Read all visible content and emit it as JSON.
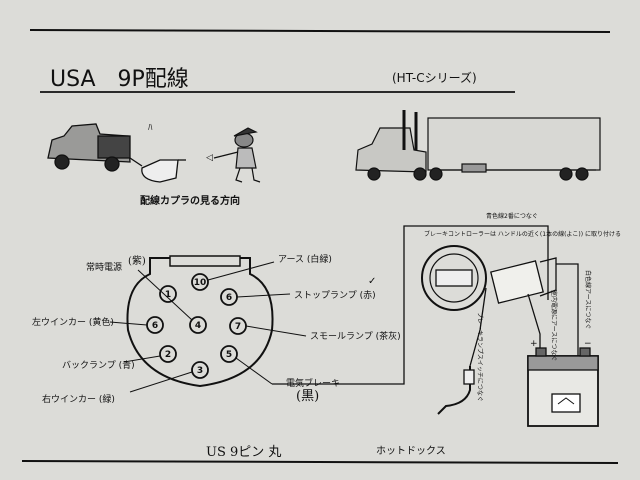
{
  "header": {
    "title": "USA　9P配線",
    "subtitle": "(HT-Cシリーズ)"
  },
  "illustration": {
    "caption": "配線カプラの見る方向"
  },
  "connector": {
    "pins": [
      {
        "number": "10",
        "label": "アース (白緑)"
      },
      {
        "number": "6",
        "label": "ストップランプ (赤)"
      },
      {
        "number": "7",
        "label": "スモールランプ (茶灰)"
      },
      {
        "number": "5",
        "label": "電気ブレーキ"
      },
      {
        "number": "3",
        "label": "右ウインカー (緑)"
      },
      {
        "number": "2",
        "label": "バックランプ (青)"
      },
      {
        "number": "6",
        "label": "左ウインカー (黄色)"
      },
      {
        "number": "4",
        "label": "常時電源"
      },
      {
        "number": "1",
        "label": ""
      }
    ],
    "handwritten_main": "(紫)",
    "handwritten_brake": "(黒)"
  },
  "wiring": {
    "top_note": "青色線2番につなぐ",
    "controller_note": "ブレーキコントローラーは ハンドルの近く(1本の線(よこ)) に取り付ける",
    "pedal_note": "ブレーキランプスイッチにつなぐ",
    "fuse_note": "室内電源にアースにつなぐ",
    "battery_note": "白色線アースにつなぐ",
    "battery_plus": "+",
    "battery_minus": "−"
  },
  "footer": {
    "handwritten_left": "US 9ピン 丸",
    "handwritten_right": "ホットドックス"
  }
}
